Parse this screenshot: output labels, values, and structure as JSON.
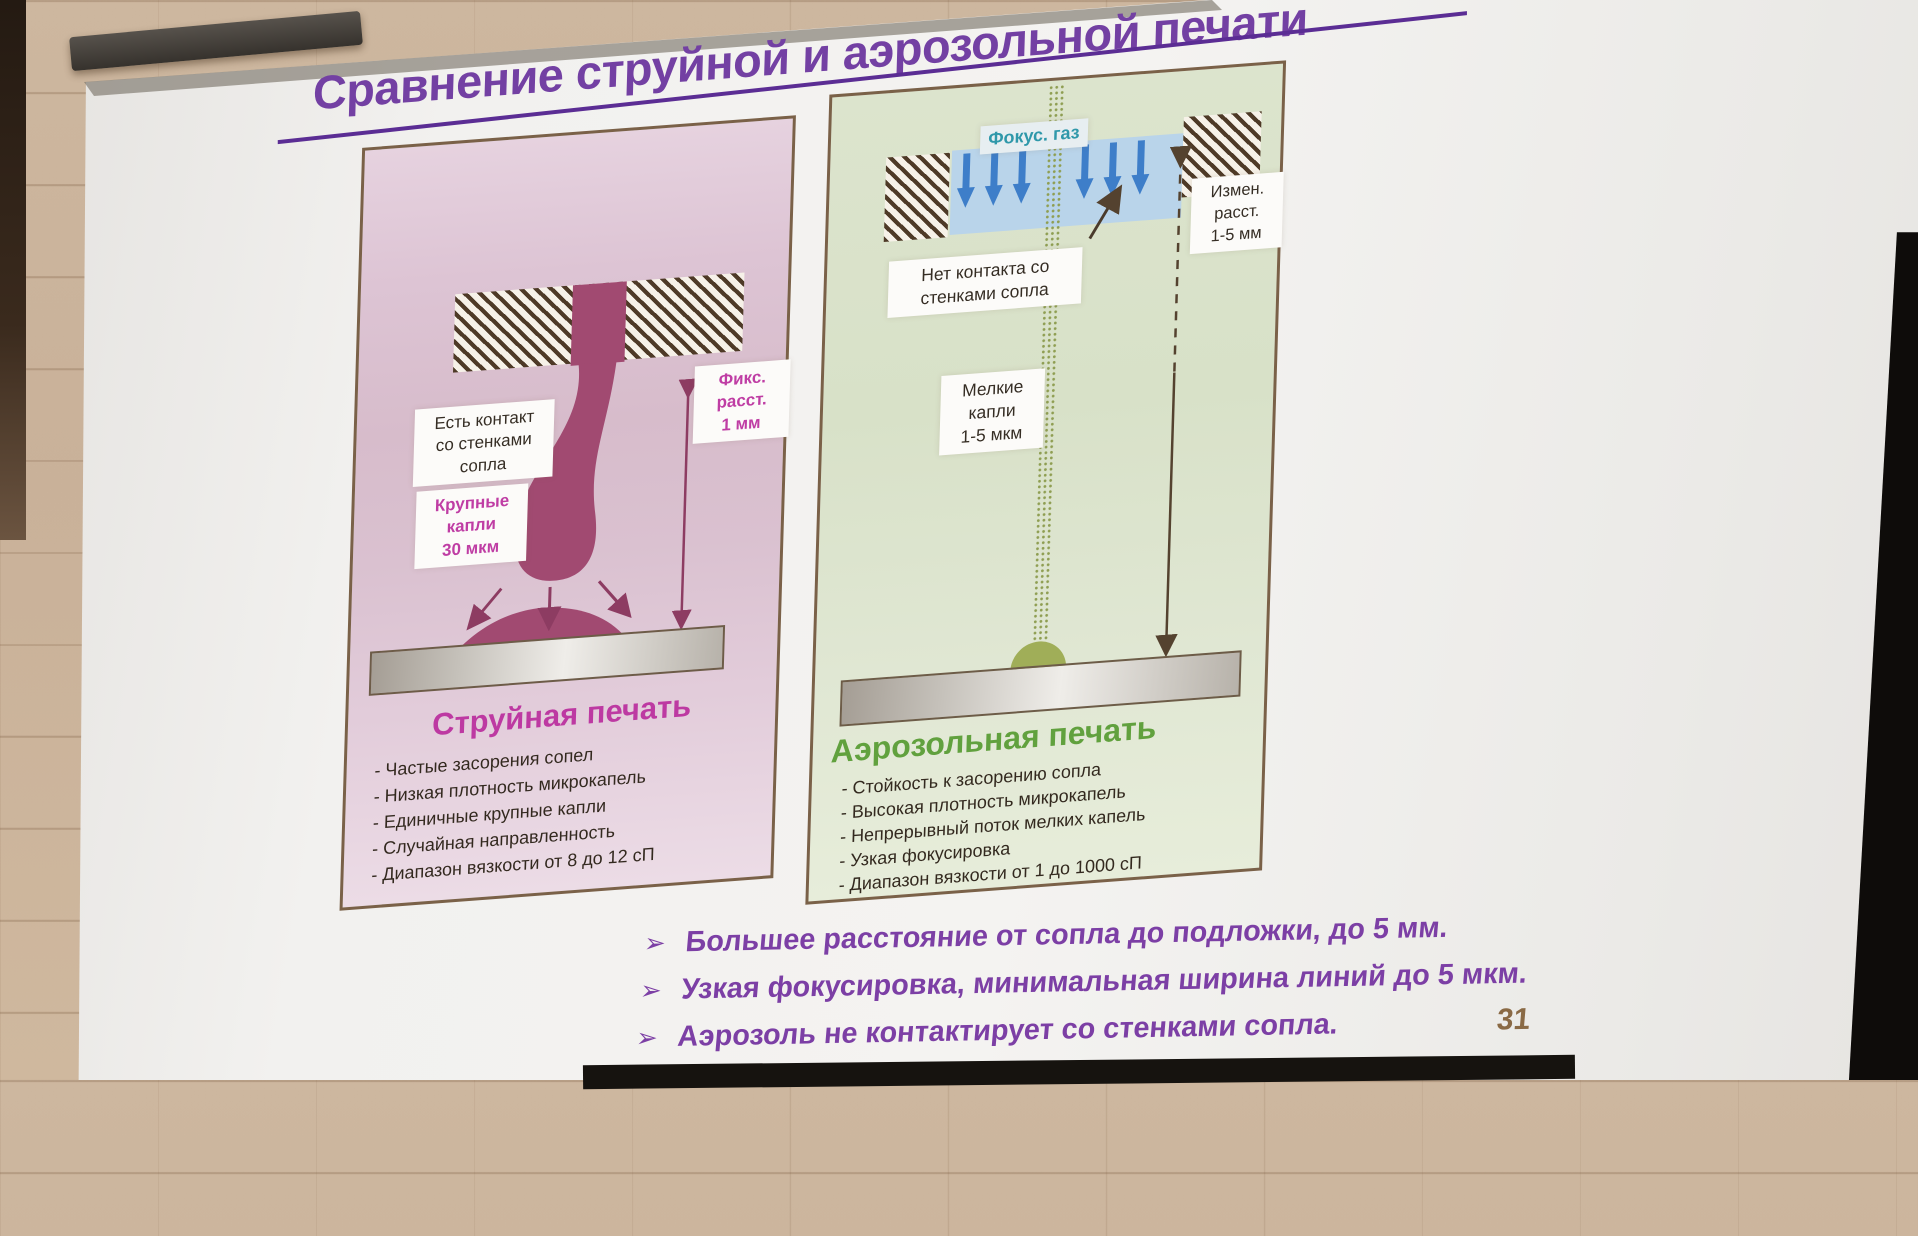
{
  "slide": {
    "title": "Сравнение струйной и аэрозольной печати",
    "page_number": "31",
    "inkjet_panel": {
      "label_contact": "Есть контакт\nсо стенками\nсопла",
      "label_drops": "Крупные\nкапли\n30 мкм",
      "label_distance": "Фикс.\nрасст.\n1 мм",
      "title": "Струйная печать",
      "bullets": [
        "- Частые засорения сопел",
        "- Низкая плотность микрокапель",
        "- Единичные крупные капли",
        "- Случайная направленность",
        "- Диапазон вязкости от 8 до 12 сП"
      ]
    },
    "aerosol_panel": {
      "label_gas": "Фокус. газ",
      "label_no_contact": "Нет контакта со\nстенками сопла",
      "label_distance": "Измен.\nрасст.\n1-5 мм",
      "label_drops": "Мелкие\nкапли\n1-5 мкм",
      "title": "Аэрозольная печать",
      "bullets": [
        "- Стойкость к засорению сопла",
        "- Высокая плотность микрокапель",
        "- Непрерывный поток мелких капель",
        "- Узкая фокусировка",
        "- Диапазон вязкости от 1 до 1000 сП"
      ]
    },
    "footer": {
      "marker": "➢",
      "items": [
        "Большее расстояние от сопла до подложки, до 5 мм.",
        "Узкая фокусировка, минимальная ширина линий до 5 мкм.",
        "Аэрозоль не контактирует со стенками сопла."
      ]
    },
    "colors": {
      "title_purple": "#7340a3",
      "inkjet_magenta": "#bd39a2",
      "aerosol_green": "#61a13e",
      "accent_teal": "#2f98aa",
      "droplet_maroon": "#a14a71",
      "gas_arrow_blue": "#3e7ec9"
    }
  }
}
